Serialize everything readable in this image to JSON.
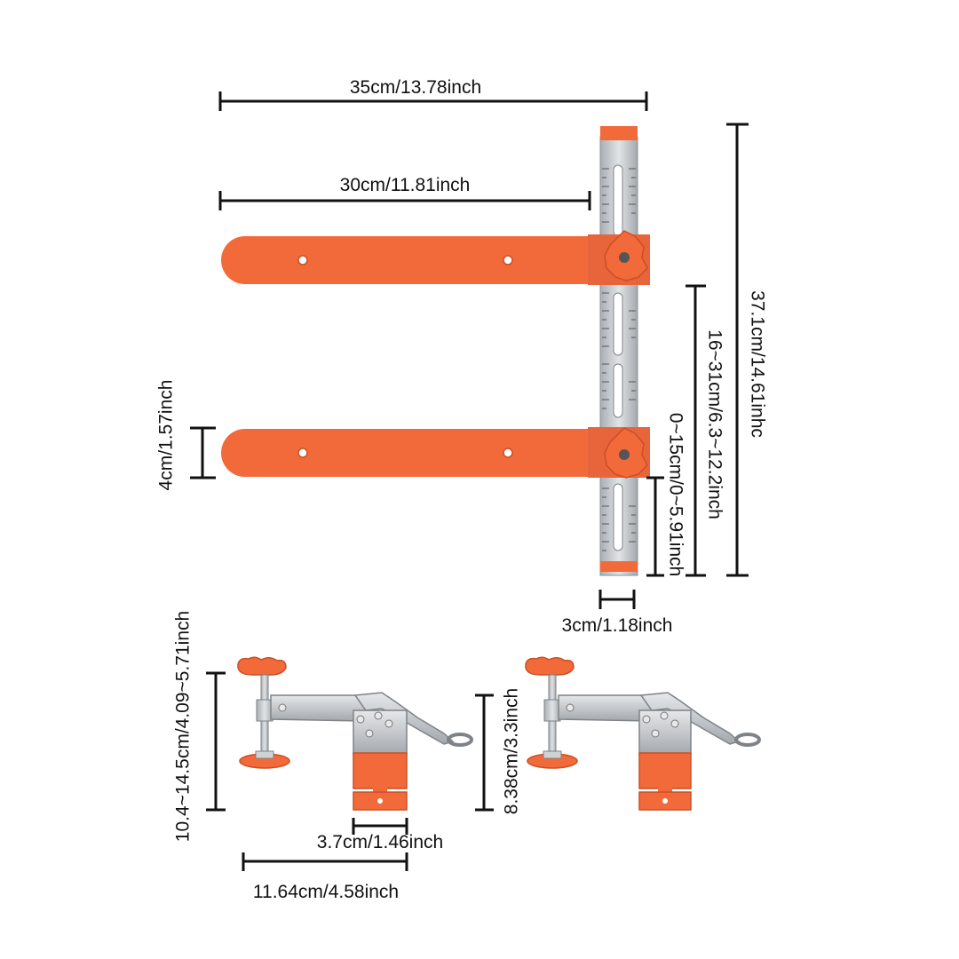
{
  "dimensions": {
    "overall_width": "35cm/13.78inch",
    "arm_length": "30cm/11.81inch",
    "arm_width": "4cm/1.57inch",
    "overall_height": "37.1cm/14.61inhc",
    "upper_adjust_range": "16~31cm/6.3~12.2inch",
    "lower_adjust_range": "0~15cm/0~5.91inch",
    "ruler_width": "3cm/1.18inch",
    "clamp_height": "10.4~14.5cm/4.09~5.71inch",
    "clamp_base_width": "3.7cm/1.46inch",
    "clamp_length": "11.64cm/4.58inch",
    "clamp_side_height": "8.38cm/3.3inch"
  },
  "colors": {
    "orange": "#f36a3a",
    "orange_dark": "#d9552a",
    "steel": "#c9cdd1",
    "line": "#111111"
  },
  "icons": [
    "knob-icon",
    "ruler-icon",
    "toggle-clamp-icon"
  ]
}
